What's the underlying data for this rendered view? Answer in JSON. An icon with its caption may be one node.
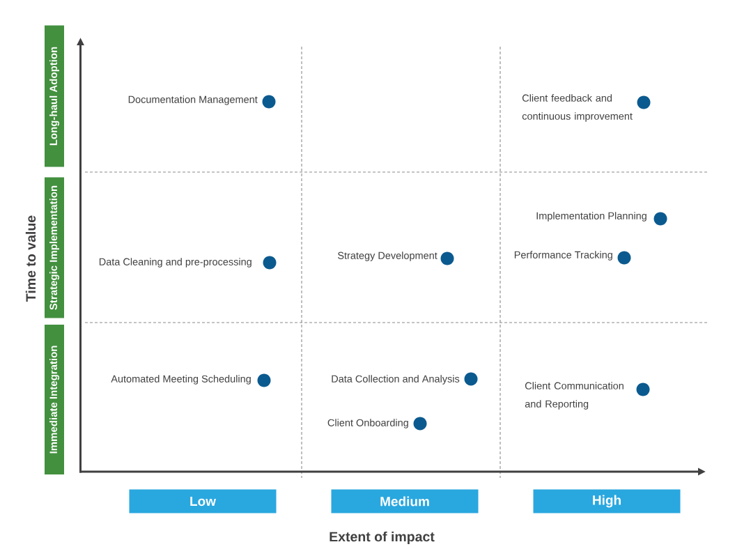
{
  "diagram": {
    "nodes": [
      {
        "text": [
          "Long-haul Adoption"
        ]
      },
      {
        "text": [
          "Strategic Implementation"
        ]
      },
      {
        "text": [
          "Immediate Integration"
        ]
      },
      {
        "text": [],
        "shape": "circle",
        "beside": [
          "Documentation Management"
        ]
      },
      {
        "text": [],
        "shape": "circle",
        "beside": [
          "Client feedback and continuous improvement"
        ]
      },
      {
        "text": [],
        "shape": "circle",
        "beside": [
          "Implementation Planning"
        ]
      },
      {
        "text": [],
        "shape": "circle",
        "beside": [
          "Data Cleaning and pre-processing"
        ]
      },
      {
        "text": [],
        "shape": "circle",
        "beside": [
          "Strategy Development"
        ]
      },
      {
        "text": [],
        "shape": "circle",
        "beside": [
          "Performance Tracking"
        ]
      },
      {
        "text": [],
        "shape": "circle",
        "beside": [
          "Automated Meeting Scheduling"
        ]
      },
      {
        "text": [],
        "shape": "circle",
        "beside": [
          "Data Collection and Analysis"
        ]
      },
      {
        "text": [],
        "shape": "circle",
        "beside": [
          "Client Communication and Reporting"
        ]
      },
      {
        "text": [],
        "shape": "circle",
        "beside": [
          "Client Onboarding"
        ]
      },
      {
        "text": [
          "Low"
        ]
      },
      {
        "text": [
          "Medium"
        ]
      },
      {
        "text": [
          "High"
        ]
      }
    ],
    "labels": [
      "Time to value",
      "Extent of impact"
    ]
  }
}
